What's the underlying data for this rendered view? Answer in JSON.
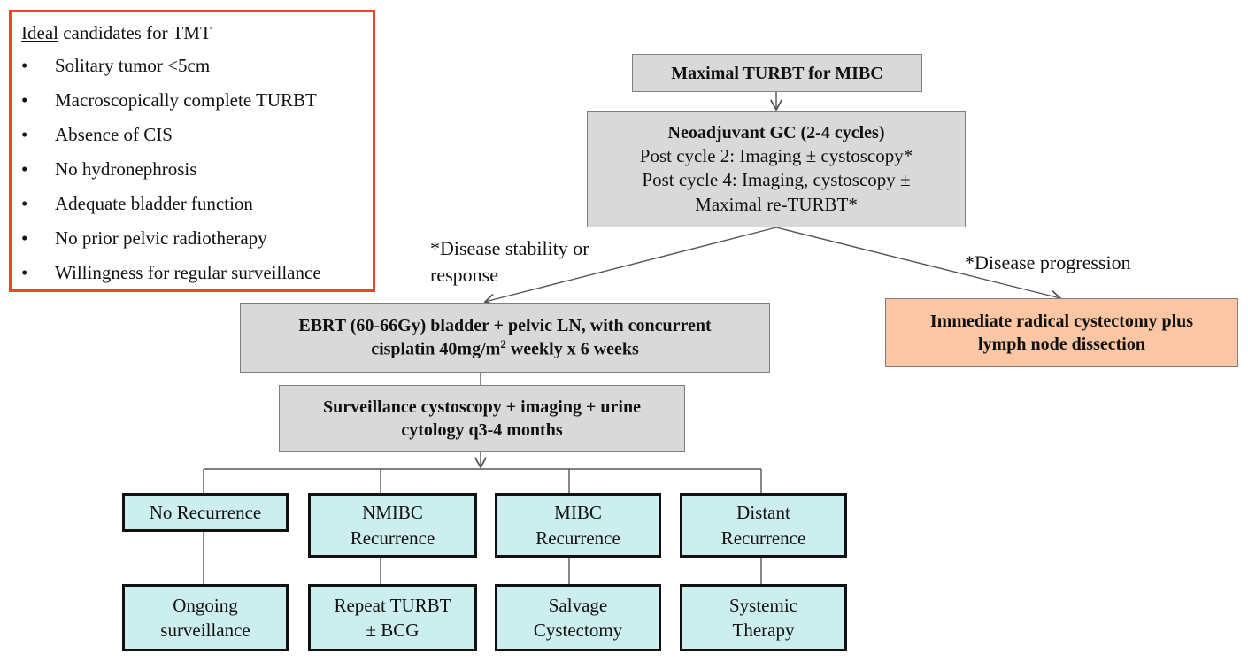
{
  "criteria": {
    "title_underlined": "Ideal",
    "title_rest": " candidates for TMT",
    "bullet": "•",
    "items": [
      "Solitary tumor <5cm",
      "Macroscopically complete TURBT",
      "Absence of CIS",
      "No hydronephrosis",
      "Adequate bladder function",
      "No prior pelvic radiotherapy",
      "Willingness for regular surveillance"
    ]
  },
  "flow": {
    "turbt": "Maximal TURBT for MIBC",
    "neoadjuvant": {
      "title": "Neoadjuvant GC (2-4 cycles)",
      "line1": "Post cycle 2: Imaging ± cystoscopy*",
      "line2": "Post cycle 4: Imaging, cystoscopy ±",
      "line3": "Maximal re-TURBT*"
    },
    "branch_stability": {
      "line1": "*Disease stability or",
      "line2": "response"
    },
    "branch_progression": "*Disease progression",
    "ebrt": {
      "line1": "EBRT (60-66Gy) bladder + pelvic LN, with concurrent",
      "line2_pre": "cisplatin 40mg/m",
      "line2_sup": "2",
      "line2_post": " weekly x 6 weeks"
    },
    "cystectomy": {
      "line1": "Immediate radical cystectomy plus",
      "line2": "lymph node dissection"
    },
    "surveillance": {
      "line1": "Surveillance cystoscopy + imaging + urine",
      "line2": "cytology q3-4 months"
    },
    "outcomes": [
      {
        "top": [
          "No Recurrence"
        ],
        "bottom": [
          "Ongoing",
          "surveillance"
        ]
      },
      {
        "top": [
          "NMIBC",
          "Recurrence"
        ],
        "bottom": [
          "Repeat TURBT",
          "± BCG"
        ]
      },
      {
        "top": [
          "MIBC",
          "Recurrence"
        ],
        "bottom": [
          "Salvage",
          "Cystectomy"
        ]
      },
      {
        "top": [
          "Distant",
          "Recurrence"
        ],
        "bottom": [
          "Systemic",
          "Therapy"
        ]
      }
    ]
  },
  "colors": {
    "criteria_border": "#e64a2e",
    "gray_box": "#d9d9d9",
    "peach_box": "#fac6a3",
    "teal_box": "#cdeeee",
    "connector": "#555555"
  }
}
